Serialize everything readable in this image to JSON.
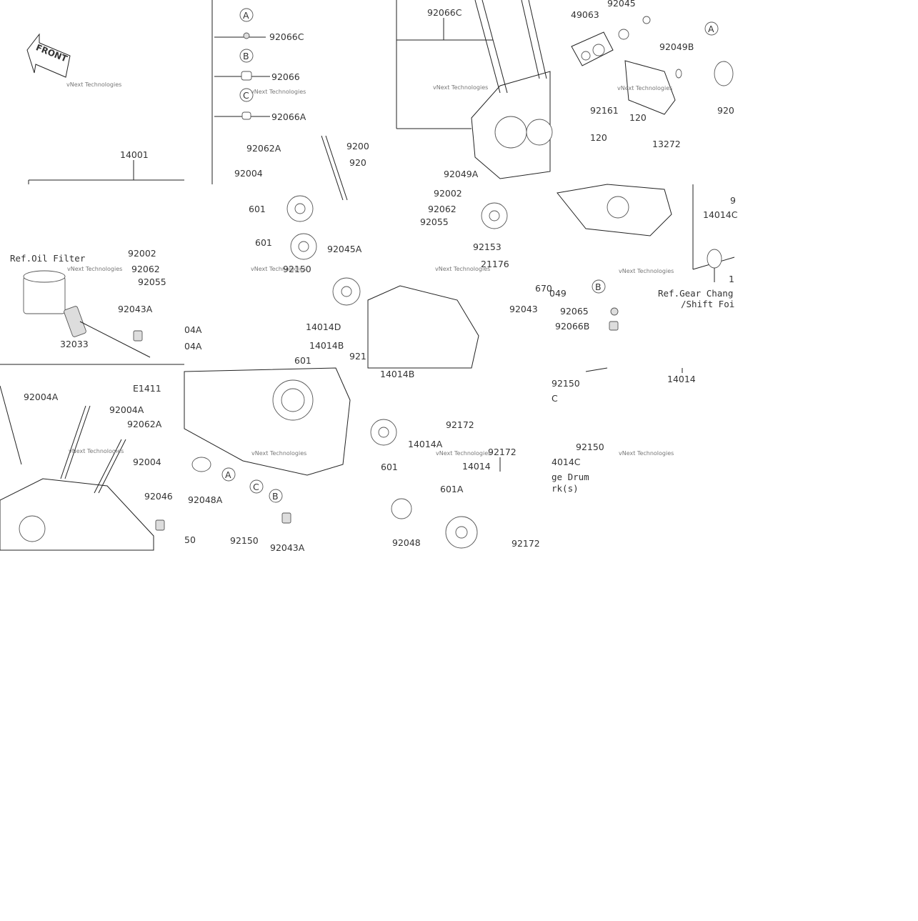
{
  "diagram": {
    "front_label": "FRONT",
    "figure_code": "E1411",
    "watermark": "vNext Technologies",
    "ref_oil_filter": "Ref.Oil Filter",
    "ref_gear_change_1": "Ref.Gear Chang",
    "ref_gear_change_2": "/Shift Foi",
    "ref_change_drum_1": "ge Drum",
    "ref_change_drum_2": "rk(s)",
    "callout_letters": [
      "A",
      "B",
      "C"
    ],
    "part_labels": [
      "92066C",
      "92066",
      "92066A",
      "14001",
      "92062A",
      "92004",
      "9200",
      "920",
      "601",
      "601",
      "92045A",
      "92150",
      "14014D",
      "601",
      "14014B",
      "921",
      "92002",
      "92062",
      "92055",
      "92043A",
      "32033",
      "04A",
      "04A",
      "92004A",
      "92004A",
      "92062A",
      "92004",
      "92046",
      "50",
      "92048A",
      "92150",
      "92043A",
      "92066C",
      "92049A",
      "92002",
      "92062",
      "92055",
      "92153",
      "21176",
      "670",
      "92043",
      "049",
      "14014B",
      "601",
      "14014A",
      "92172",
      "14014",
      "92172",
      "601A",
      "92048",
      "92172",
      "49063",
      "92045",
      "92049B",
      "92161",
      "120",
      "120",
      "13272",
      "920",
      "9",
      "14014C",
      "1",
      "92065",
      "92066B",
      "14014",
      "92150",
      "92150",
      "4014C",
      "C"
    ]
  }
}
